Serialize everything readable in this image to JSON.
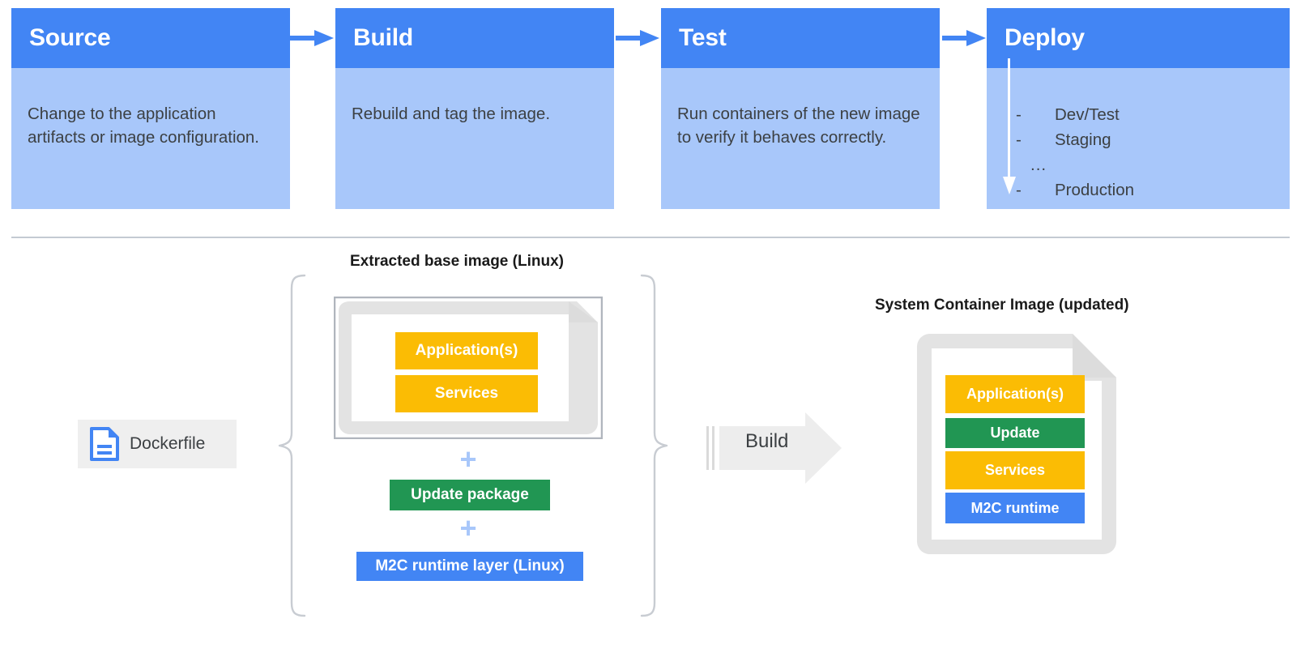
{
  "pipeline": {
    "stages": [
      {
        "title": "Source",
        "description": "Change to the application artifacts or image configuration."
      },
      {
        "title": "Build",
        "description": "Rebuild and tag the image."
      },
      {
        "title": "Test",
        "description": "Run containers of the new image to verify it behaves correctly."
      },
      {
        "title": "Deploy",
        "description": "",
        "items": [
          {
            "dash": "-",
            "label": "Dev/Test"
          },
          {
            "dash": "-",
            "label": "Staging"
          },
          {
            "dash": "",
            "label": "..."
          },
          {
            "dash": "-",
            "label": "Production"
          }
        ]
      }
    ],
    "arrow_icon": "arrow-right-icon",
    "deploy_flow_icon": "arrow-down-icon"
  },
  "build_diagram": {
    "source_caption": "Extracted base image (Linux)",
    "result_caption": "System Container Image (updated)",
    "dockerfile": {
      "label": "Dockerfile",
      "icon": "file-document-icon"
    },
    "base_image_layers": [
      {
        "label": "Application(s)",
        "color": "#FBBC04"
      },
      {
        "label": "Services",
        "color": "#FBBC04"
      }
    ],
    "addition_layers": [
      {
        "label": "Update package",
        "color": "#219653"
      },
      {
        "label": "M2C runtime layer (Linux)",
        "color": "#4285F4"
      }
    ],
    "plus_symbol": "+",
    "build_action": {
      "label": "Build",
      "icon": "block-arrow-right-icon"
    },
    "result_layers": [
      {
        "label": "Application(s)",
        "color": "#FBBC04"
      },
      {
        "label": "Update",
        "color": "#219653"
      },
      {
        "label": "Services",
        "color": "#FBBC04"
      },
      {
        "label": "M2C runtime",
        "color": "#4285F4"
      }
    ],
    "brace_left_icon": "curly-brace-left-icon",
    "brace_right_icon": "curly-brace-right-icon"
  },
  "colors": {
    "header_blue": "#4285F4",
    "body_blue": "#A8C7FA",
    "orange": "#FBBC04",
    "green": "#219653",
    "blue": "#4285F4",
    "gray_line": "#C4CAD2",
    "text": "#3C4043"
  }
}
